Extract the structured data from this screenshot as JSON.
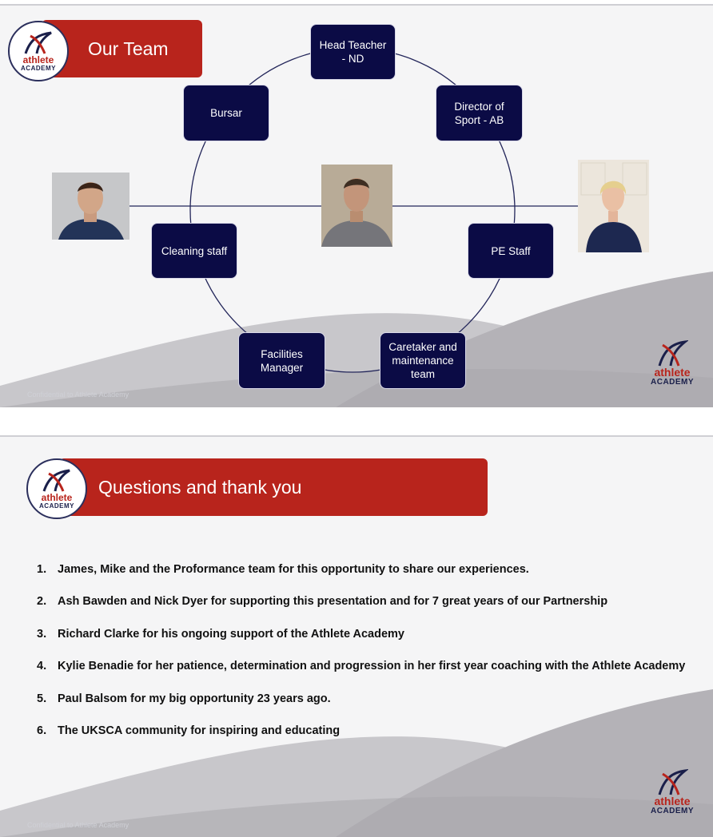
{
  "brand": {
    "logo_word1": "athlete",
    "logo_word2": "ACADEMY",
    "colors": {
      "red": "#b8241c",
      "navy": "#0b0b45",
      "swoosh": "#b9b7bc"
    }
  },
  "slide1": {
    "title": "Our Team",
    "nodes": [
      {
        "label": "Head Teacher\n- ND"
      },
      {
        "label": "Director of\nSport -  AB"
      },
      {
        "label": "PE Staff"
      },
      {
        "label": "Caretaker and\nmaintenance\nteam"
      },
      {
        "label": "Facilities\nManager"
      },
      {
        "label": "Cleaning staff"
      },
      {
        "label": "Bursar"
      }
    ],
    "footer": "Confidential to Athlete Academy"
  },
  "slide2": {
    "title": "Questions and thank you",
    "items": [
      {
        "num": "1.",
        "text": "James, Mike and the Proformance team for this opportunity to share our experiences."
      },
      {
        "num": "2.",
        "text": "Ash Bawden and Nick Dyer for supporting this presentation and for 7 great years of our Partnership"
      },
      {
        "num": "3.",
        "text": "Richard Clarke for his ongoing support of the Athlete Academy"
      },
      {
        "num": "4.",
        "text": "Kylie Benadie for her patience, determination and progression in her first year coaching with the Athlete Academy"
      },
      {
        "num": "5.",
        "text": "Paul Balsom for my big opportunity 23 years ago."
      },
      {
        "num": "6.",
        "text": "The UKSCA community for inspiring and educating"
      }
    ],
    "footer": "Confidential to Athlete Academy"
  }
}
